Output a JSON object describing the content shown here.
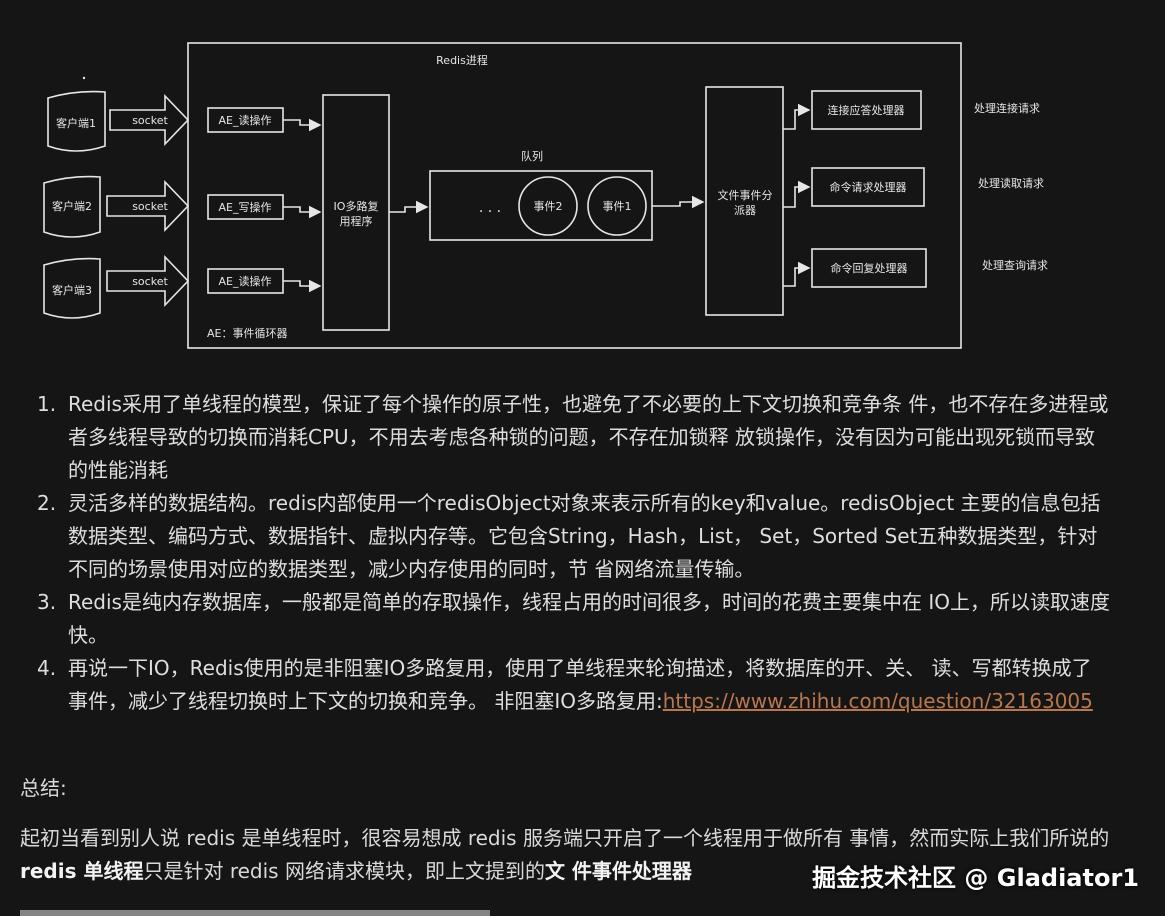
{
  "diagram": {
    "title": "Redis进程",
    "clients": [
      "客户端1",
      "客户端2",
      "客户端3"
    ],
    "socket_label": "socket",
    "ae_ops": [
      "AE_读操作",
      "AE_写操作",
      "AE_读操作"
    ],
    "io_multiplexer": [
      "IO多路复",
      "用程序"
    ],
    "queue_label": "队列",
    "queue_dots": ". . .",
    "events": [
      "事件2",
      "事件1"
    ],
    "dispatcher": [
      "文件事件分",
      "派器"
    ],
    "handlers": [
      "连接应答处理器",
      "命令请求处理器",
      "命令回复处理器"
    ],
    "outcomes": [
      "处理连接请求",
      "处理读取请求",
      "处理查询请求"
    ],
    "event_loop": "AE：事件循环器"
  },
  "list": [
    {
      "num": "1.",
      "text": "Redis采用了单线程的模型，保证了每个操作的原子性，也避免了不必要的上下文切换和竞争条 件，也不存在多进程或者多线程导致的切换而消耗CPU，不用去考虑各种锁的问题，不存在加锁释 放锁操作，没有因为可能出现死锁而导致的性能消耗"
    },
    {
      "num": "2.",
      "text": "灵活多样的数据结构。redis内部使用一个redisObject对象来表示所有的key和value。redisObject 主要的信息包括数据类型、编码方式、数据指针、虚拟内存等。它包含String，Hash，List， Set，Sorted Set五种数据类型，针对不同的场景使用对应的数据类型，减少内存使用的同时，节 省网络流量传输。"
    },
    {
      "num": "3.",
      "text": "Redis是纯内存数据库，一般都是简单的存取操作，线程占用的时间很多，时间的花费主要集中在 IO上，所以读取速度快。"
    },
    {
      "num": "4.",
      "text": "再说一下IO，Redis使用的是非阻塞IO多路复用，使用了单线程来轮询描述，将数据库的开、关、 读、写都转换成了事件，减少了线程切换时上下文的切换和竞争。 非阻塞IO多路复用:",
      "link": "https://www.zhihu.com/question/32163005"
    }
  ],
  "summary": {
    "title": "总结:",
    "p1": "起初当看到别人说 redis 是单线程时，很容易想成 redis 服务端只开启了一个线程用于做所有 事情，然而实际上我们所说的 ",
    "bold1": "redis 单线程",
    "p2": "只是针对 redis 网络请求模块，即上文提到的",
    "bold2": "文 件事件处理器"
  },
  "watermark": "掘金技术社区 @ Gladiator1"
}
